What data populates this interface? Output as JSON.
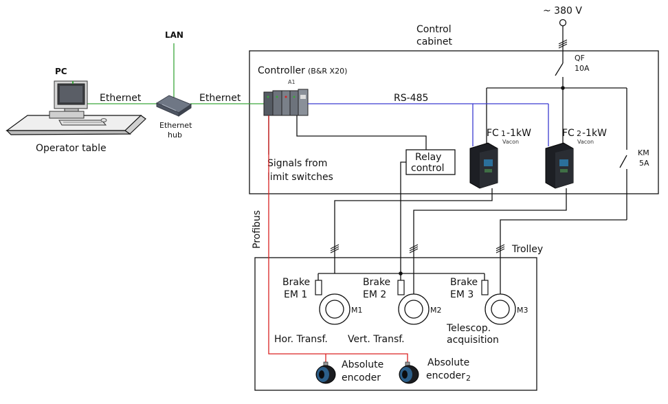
{
  "power": {
    "supply": "~ 380 V"
  },
  "cabinet": {
    "label_line1": "Control",
    "label_line2": "cabinet"
  },
  "qf": {
    "name": "QF",
    "rating": "10A"
  },
  "km": {
    "name": "KM",
    "rating": "5A"
  },
  "lan": "LAN",
  "pc": {
    "label": "PC",
    "table": "Operator table"
  },
  "network": {
    "ethernet1": "Ethernet",
    "ethernet2": "Ethernet",
    "hub_line1": "Ethernet",
    "hub_line2": "hub"
  },
  "controller": {
    "label": "Controller",
    "model": "(B&R X20)",
    "designator": "A1"
  },
  "rs485": "RS-485",
  "fc1": {
    "prefix": "FC",
    "index": "1",
    "rating": "-1kW",
    "brand": "Vacon"
  },
  "fc2": {
    "prefix": "FC",
    "index": "2",
    "rating": "-1kW",
    "brand": "Vacon"
  },
  "relay": {
    "line1": "Relay",
    "line2": "control"
  },
  "signals": {
    "line1": "Signals from",
    "line2": "limit switches"
  },
  "profibus": "Profibus",
  "trolley": "Trolley",
  "brakes": [
    {
      "line1": "Brake",
      "line2": "EM 1"
    },
    {
      "line1": "Brake",
      "line2": "EM 2"
    },
    {
      "line1": "Brake",
      "line2": "EM 3"
    }
  ],
  "motors": [
    "M1",
    "M2",
    "M3"
  ],
  "transfers": {
    "hor": "Hor. Transf.",
    "vert": "Vert. Transf.",
    "telescop_line1": "Telescop.",
    "telescop_line2": "acquisition"
  },
  "encoder1": {
    "line1": "Absolute",
    "line2": "encoder"
  },
  "encoder2": {
    "line1": "Absolute",
    "line2": "encoder",
    "index": "2"
  },
  "colors": {
    "ethernet": "#3aa63a",
    "rs485": "#3a3ad0",
    "profibus": "#d92020",
    "wire": "#111111"
  }
}
